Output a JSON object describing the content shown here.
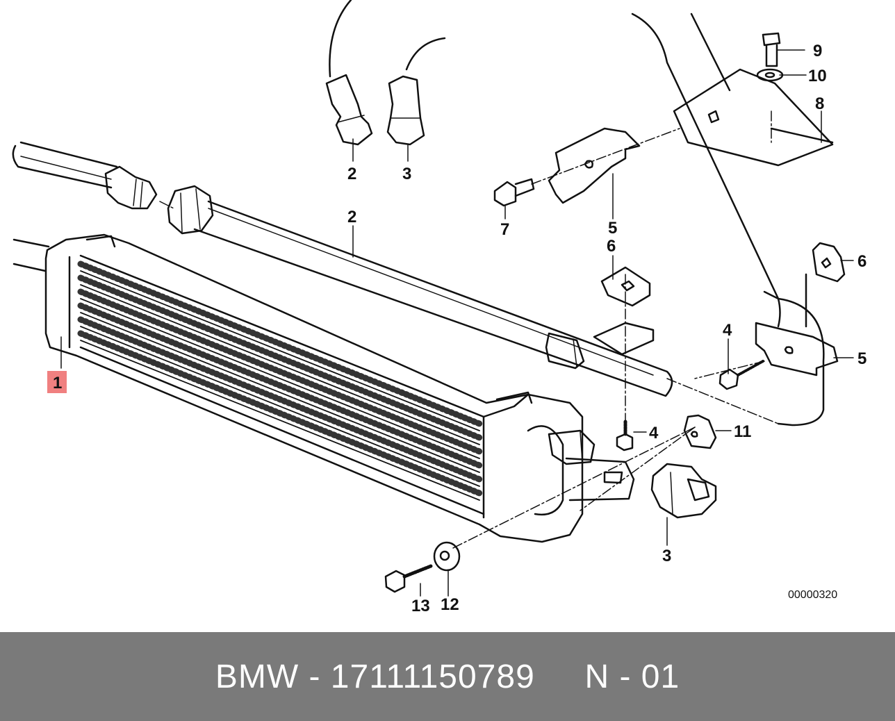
{
  "diagram": {
    "callouts": {
      "c1": "1",
      "c2_top": "2",
      "c3_top": "3",
      "c2_pipe": "2",
      "c7": "7",
      "c5_mid": "5",
      "c6_mid": "6",
      "c9": "9",
      "c10": "10",
      "c8": "8",
      "c6_right": "6",
      "c4_right": "4",
      "c5_right": "5",
      "c4_mid": "4",
      "c11": "11",
      "c3_bottom": "3",
      "c13": "13",
      "c12": "12"
    },
    "highlight_color": "#f08080",
    "doc_id": "00000320"
  },
  "footer": {
    "text": "BMW - 17111150789     N - 01",
    "background": "#7a7a7a"
  }
}
